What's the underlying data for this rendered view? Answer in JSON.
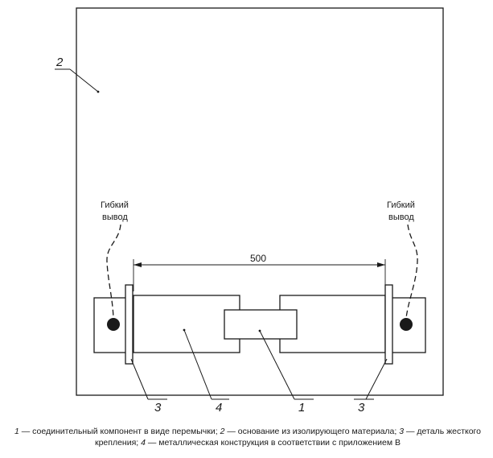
{
  "labels": {
    "base": "2",
    "connector": "1",
    "metal_structure": "4",
    "fastener_left": "3",
    "fastener_right": "3",
    "flex_lead_left_line1": "Гибкий",
    "flex_lead_left_line2": "вывод",
    "flex_lead_right_line1": "Гибкий",
    "flex_lead_right_line2": "вывод",
    "dimension": "500"
  },
  "caption": {
    "n1": "1",
    "t1": " — соединительный компонент в виде перемычки; ",
    "n2": "2",
    "t2": " — основание из изолирующего материала; ",
    "n3": "3",
    "t3": " — деталь жесткого крепления; ",
    "n4": "4",
    "t4": " — металлическая конструкция в соответствии с приложением В"
  },
  "colors": {
    "stroke": "#1a1a1a",
    "background": "#ffffff"
  }
}
